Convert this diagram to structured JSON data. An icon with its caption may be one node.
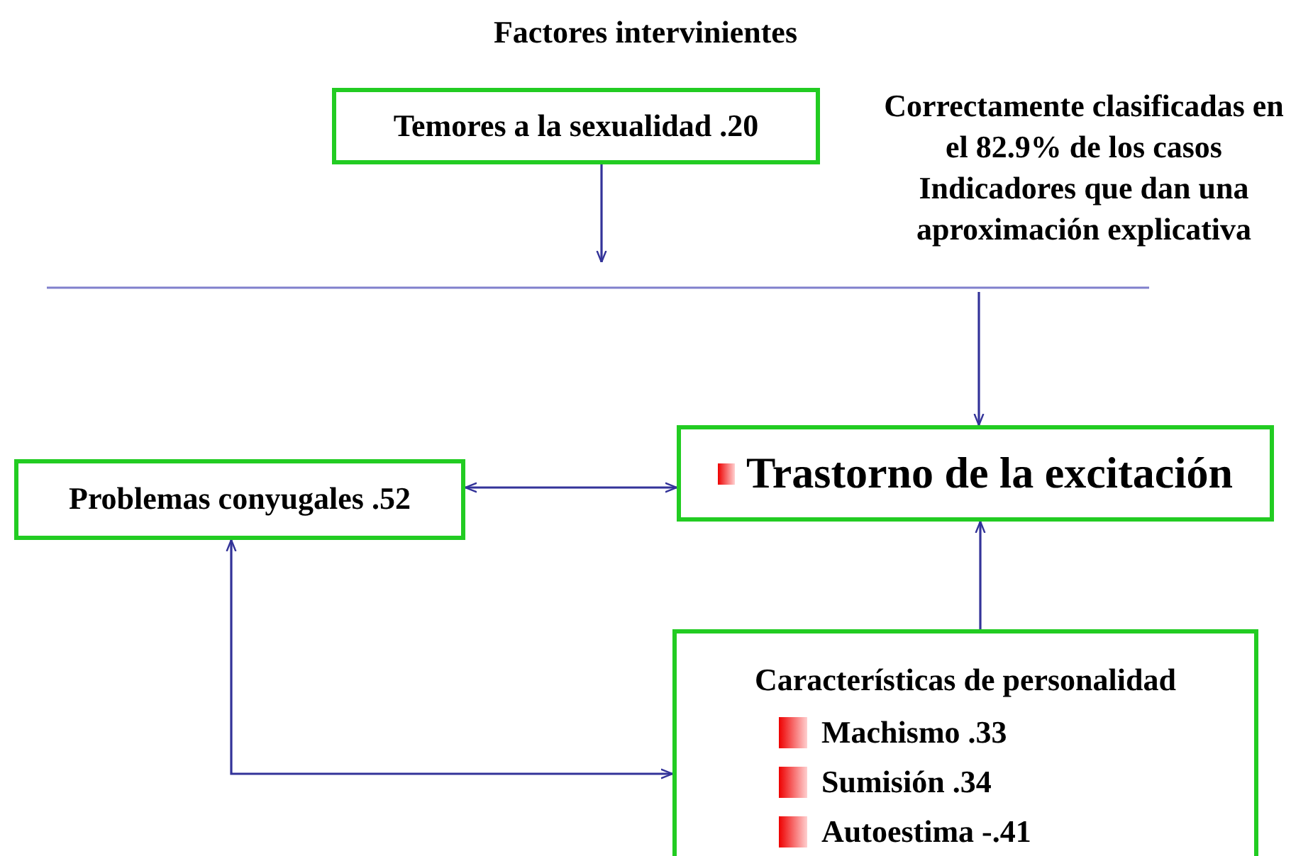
{
  "diagram": {
    "nodes": [
      {
        "text": [
          "Temores a la sexualidad .20"
        ]
      },
      {
        "text": [
          "Correctamente clasificadas en el 82.9% de los casos",
          "Indicadores que dan una aproximación explicativa"
        ]
      },
      {
        "text": [
          "Problemas conyugales .52"
        ]
      },
      {
        "text": [
          "Trastorno de la excitación"
        ]
      },
      {
        "text": [
          "Características de personalidad",
          "Machismo .33",
          "Sumisión .34",
          "Autoestima -.41"
        ]
      }
    ],
    "edges": [
      {
        "from": 0,
        "to": null,
        "arrow": "to"
      },
      {
        "from": 1,
        "to": 3,
        "arrow": "to"
      },
      {
        "from": 2,
        "to": 3,
        "arrow": "both"
      },
      {
        "from": 4,
        "to": 3,
        "arrow": "to"
      },
      {
        "from": 2,
        "to": 4,
        "arrow": "both"
      }
    ],
    "labels": [
      "Factores intervinientes"
    ]
  }
}
